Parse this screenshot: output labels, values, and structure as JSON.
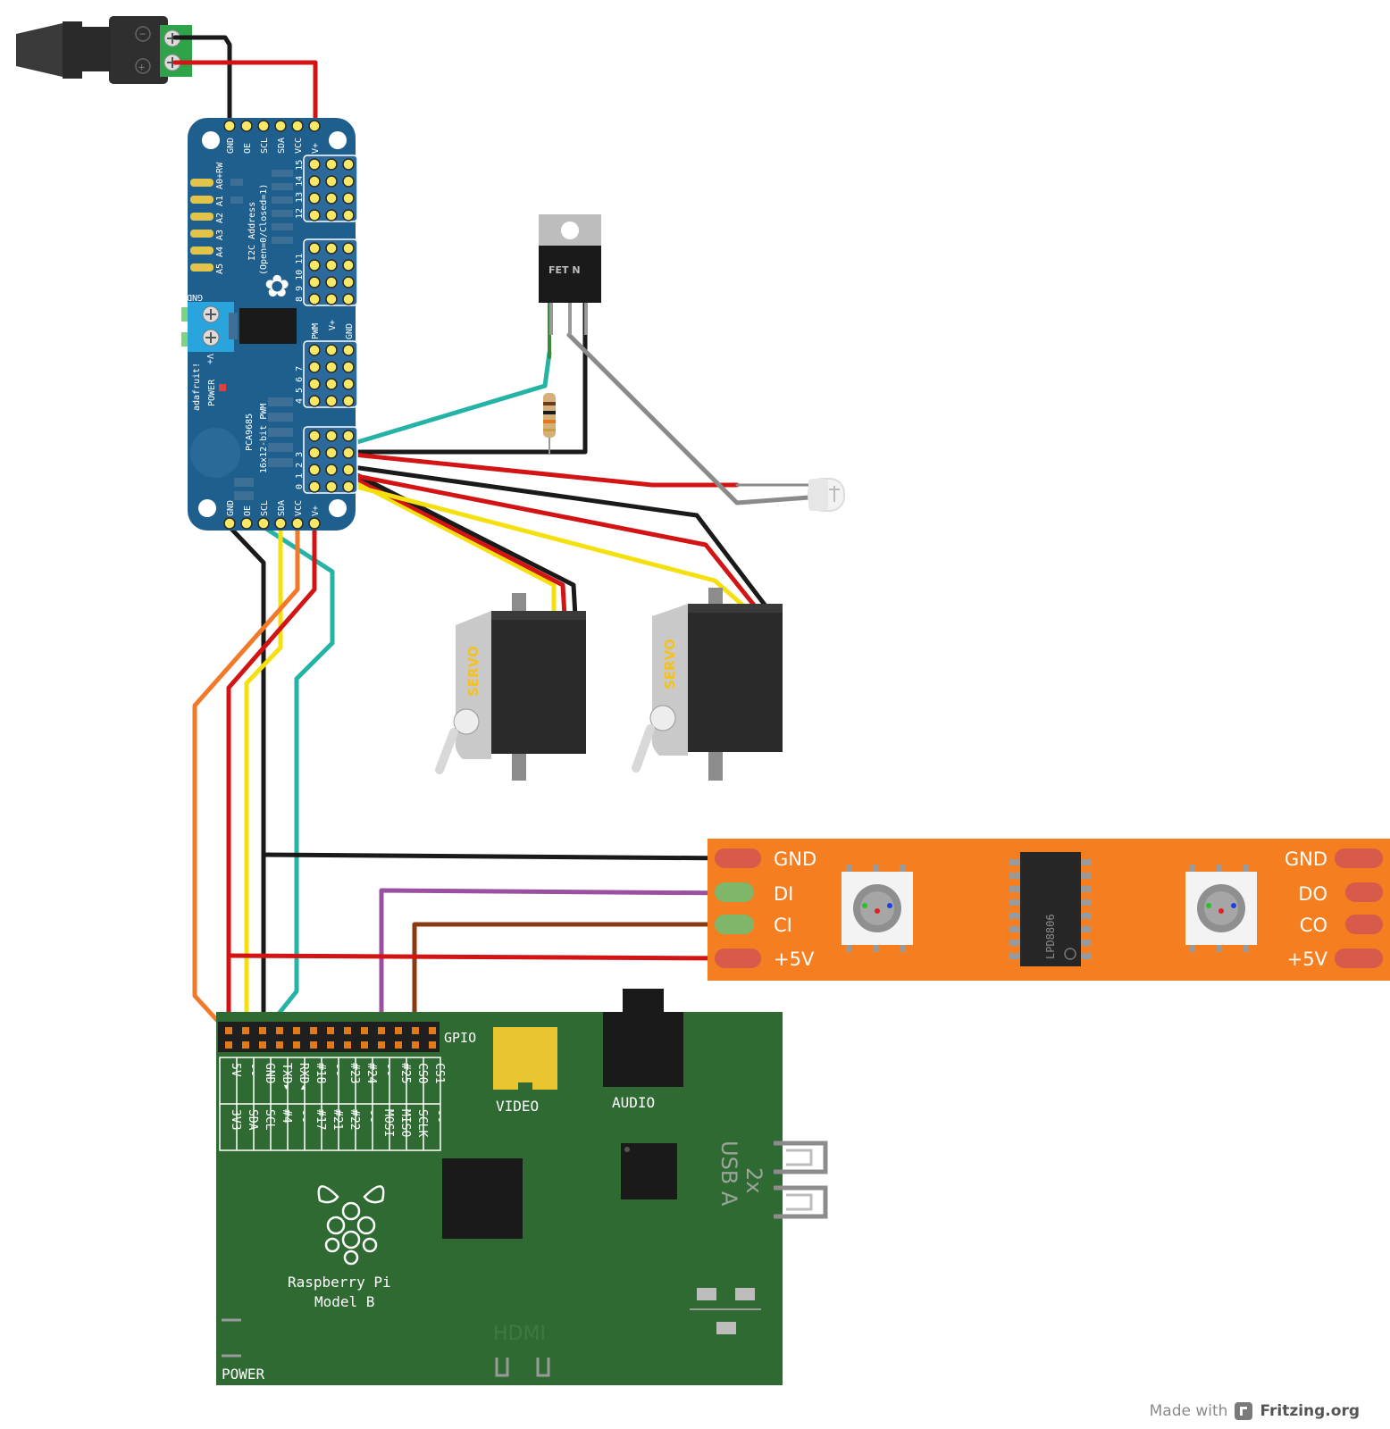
{
  "pwm_board": {
    "top_pins": [
      "GND",
      "OE",
      "SCL",
      "SDA",
      "VCC",
      "V+"
    ],
    "bottom_pins": [
      "GND",
      "OE",
      "SCL",
      "SDA",
      "VCC",
      "V+"
    ],
    "brand": "adafruit!",
    "power_label": "POWER",
    "chip_name": "PCA9685",
    "title": "16x12-bit PWM",
    "i2c_address": "I2C Address",
    "i2c_note": "(Open=0/Closed=1)",
    "addr_bits": [
      "A5",
      "A4",
      "A3",
      "A2",
      "A1",
      "A0+RW"
    ],
    "terminal_gnd": "GND",
    "terminal_vplus": "V+",
    "channel_groups": [
      "12 13 14 15",
      "8 9 10 11",
      "4 5 6 7",
      "0 1 2 3"
    ],
    "header_labels": [
      "PWM",
      "V+",
      "GND"
    ]
  },
  "fet": {
    "label": "FET N"
  },
  "servos": [
    {
      "label": "SERVO"
    },
    {
      "label": "SERVO"
    }
  ],
  "led_strip": {
    "left_pins": [
      "GND",
      "DI",
      "CI",
      "+5V"
    ],
    "right_pins": [
      "GND",
      "DO",
      "CO",
      "+5V"
    ],
    "chip_label": "LPD8806"
  },
  "raspberry_pi": {
    "gpio_label": "GPIO",
    "top_row": [
      "5V",
      "--",
      "GND",
      "TXD▸",
      "RXD◂",
      "#18",
      "--",
      "#23",
      "#24",
      "--",
      "#25",
      "CS0",
      "CS1"
    ],
    "bottom_row": [
      "3V3",
      "SDA",
      "SCL",
      "#4",
      "--",
      "#17",
      "#21",
      "#22",
      "--",
      "MOSI",
      "MISO",
      "SCLK",
      "--"
    ],
    "video_label": "VIDEO",
    "audio_label": "AUDIO",
    "usb_label_1": "2x",
    "usb_label_2": "USB A",
    "name_line1": "Raspberry Pi",
    "name_line2": "Model B",
    "hdmi_label": "HDMI",
    "power_label": "POWER"
  },
  "footer": {
    "made_with": "Made with",
    "brand": "Fritzing.org"
  },
  "colors": {
    "pcb_blue": "#1f5f8e",
    "rpi_green": "#2f6a33",
    "strip_orange": "#f57f20",
    "wire_red": "#d21414",
    "wire_black": "#1a1a1a",
    "wire_yellow": "#f5e00f",
    "wire_orange": "#f07a2a",
    "wire_teal": "#25b3a5",
    "wire_purple": "#9b4fa0",
    "wire_brown": "#8a3a10",
    "wire_gray": "#8a8a8a"
  }
}
